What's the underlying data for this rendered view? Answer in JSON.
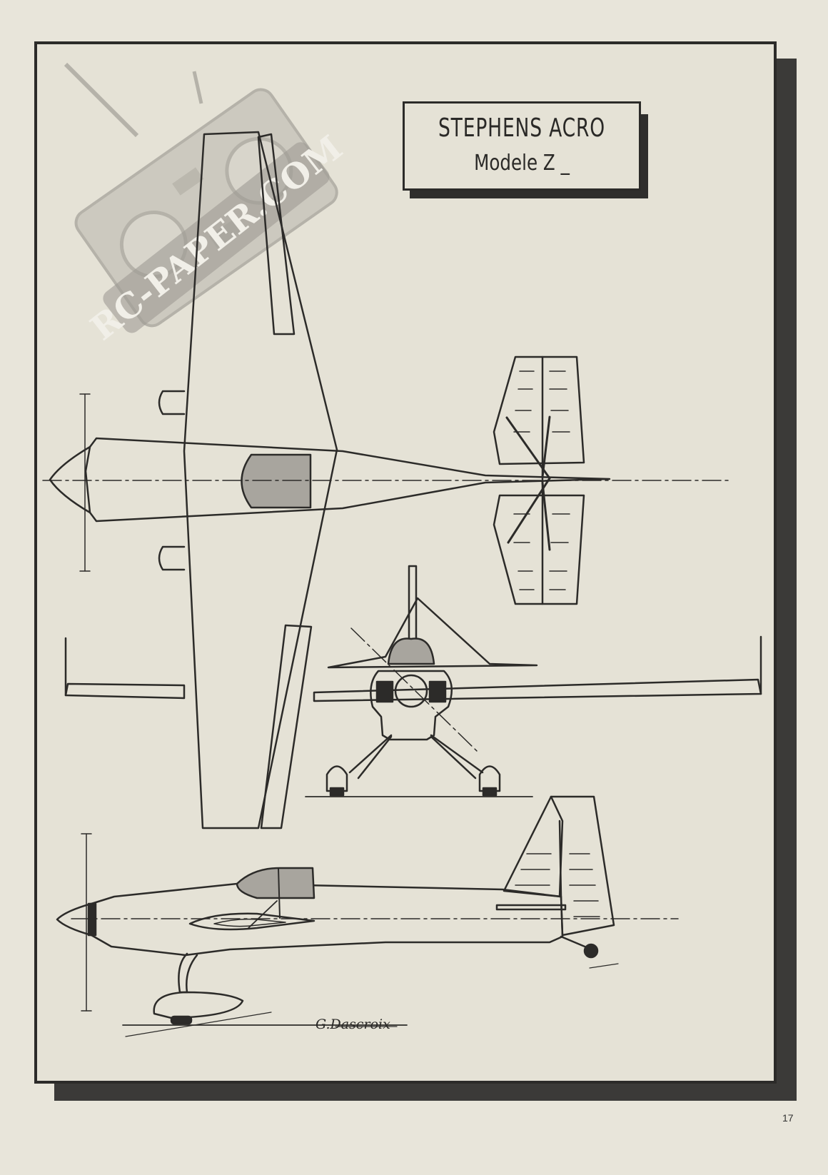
{
  "title": {
    "line1": "STEPHENS  ACRO",
    "line2": "Modele  Z  _"
  },
  "signature": "G.Dascroix",
  "watermark": {
    "text": "RC-PAPER.COM",
    "icon": "rc-transmitter-icon"
  },
  "page_number": "17",
  "colors": {
    "paper": "#e8e5da",
    "ink": "#2c2b29",
    "canopy": "#a8a59e",
    "frame_shadow": "#3b3a38"
  }
}
